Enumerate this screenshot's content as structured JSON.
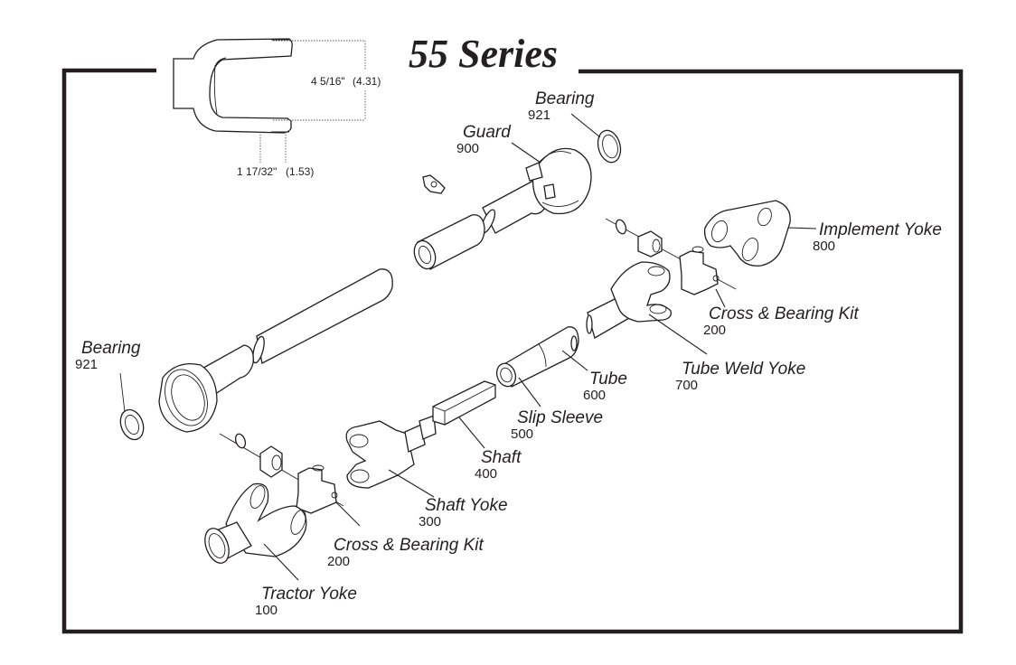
{
  "title": "55 Series",
  "colors": {
    "ink": "#231f20",
    "background": "#ffffff"
  },
  "yoke_dimensions": {
    "height_fraction": "4 5/16\"",
    "height_decimal": "(4.31)",
    "width_fraction": "1 17/32\"",
    "width_decimal": "(1.53)"
  },
  "parts": [
    {
      "name": "Bearing",
      "number": "921",
      "location": "top"
    },
    {
      "name": "Guard",
      "number": "900"
    },
    {
      "name": "Implement Yoke",
      "number": "800"
    },
    {
      "name": "Cross & Bearing Kit",
      "number": "200",
      "location": "right"
    },
    {
      "name": "Tube Weld Yoke",
      "number": "700"
    },
    {
      "name": "Tube",
      "number": "600"
    },
    {
      "name": "Slip Sleeve",
      "number": "500"
    },
    {
      "name": "Shaft",
      "number": "400"
    },
    {
      "name": "Shaft Yoke",
      "number": "300"
    },
    {
      "name": "Cross & Bearing Kit",
      "number": "200",
      "location": "left"
    },
    {
      "name": "Tractor Yoke",
      "number": "100"
    },
    {
      "name": "Bearing",
      "number": "921",
      "location": "left"
    }
  ]
}
